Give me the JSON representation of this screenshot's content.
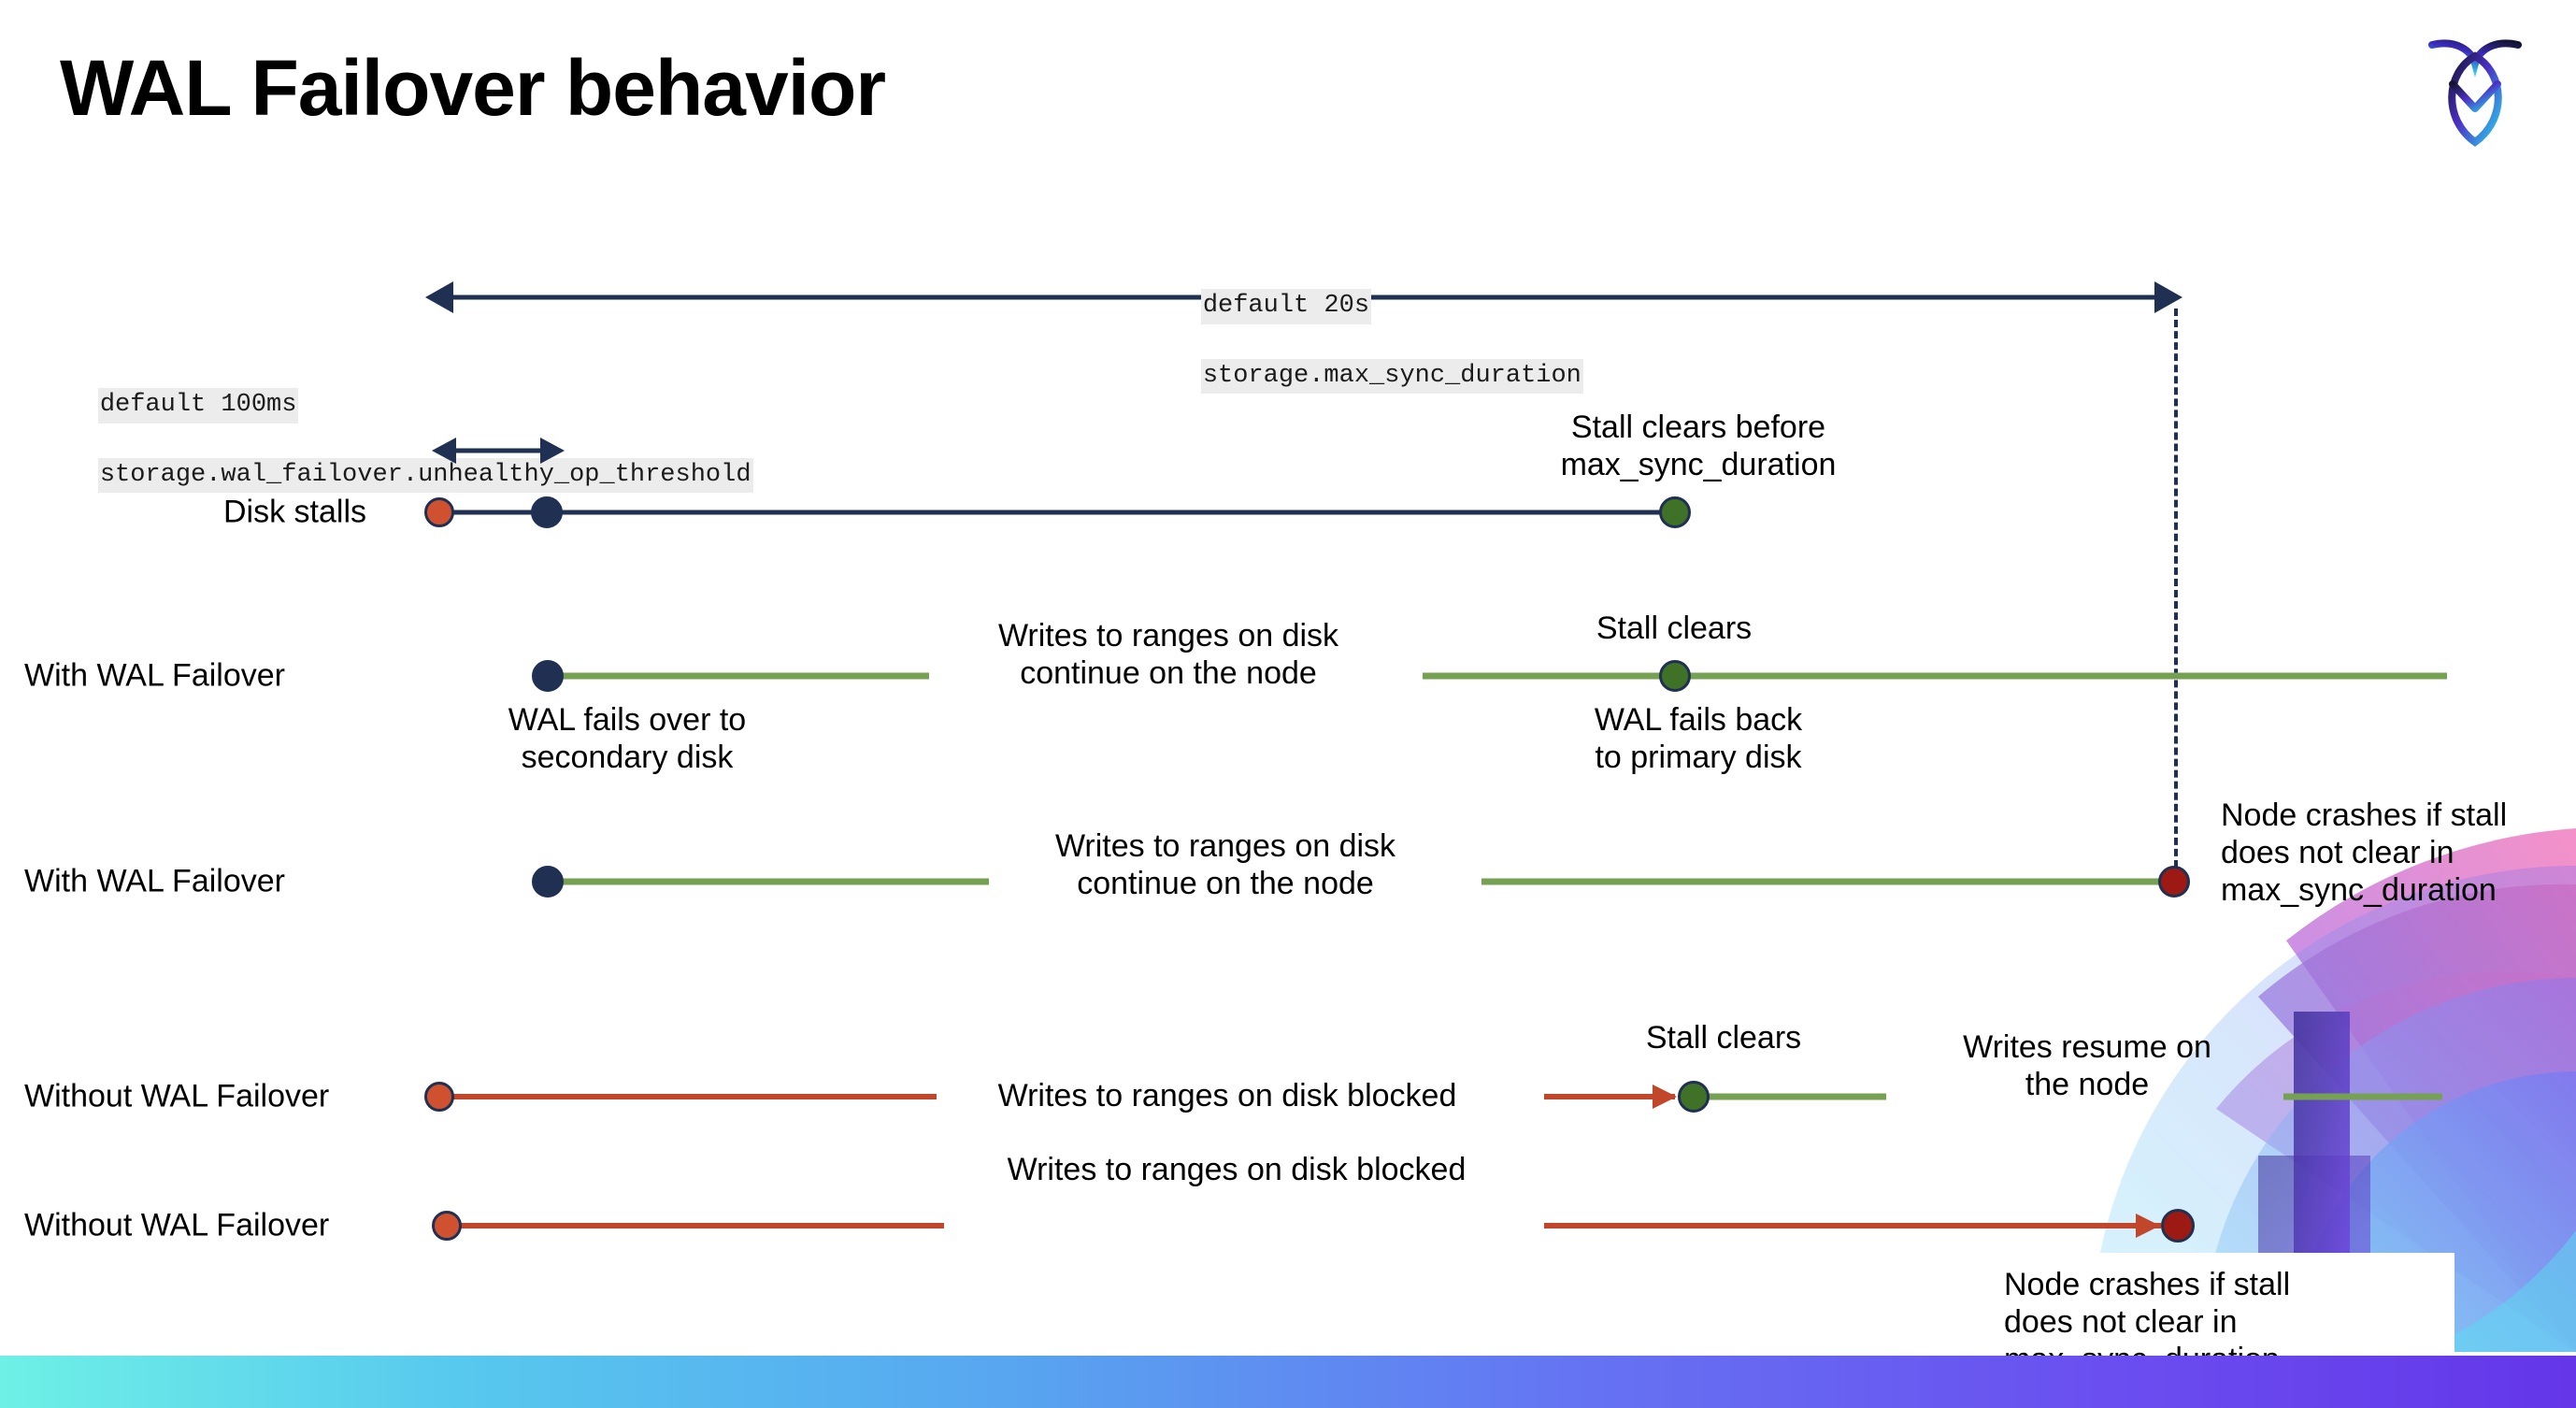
{
  "slide": {
    "title": "WAL Failover behavior",
    "logo_name": "cockroachdb-logo"
  },
  "annotations": {
    "max_sync_duration": {
      "default": "default 20s",
      "setting": "storage.max_sync_duration"
    },
    "unhealthy_op_threshold": {
      "default": "default 100ms",
      "setting": "storage.wal_failover.unhealthy_op_threshold"
    }
  },
  "rows": [
    {
      "label": "Disk stalls",
      "notes": [
        {
          "text": "Stall clears before\nmax_sync_duration"
        }
      ]
    },
    {
      "label": "With WAL Failover",
      "notes": [
        {
          "text": "Writes to ranges on disk\ncontinue on the node"
        },
        {
          "text": "Stall clears"
        },
        {
          "text": "WAL fails over to\nsecondary disk"
        },
        {
          "text": "WAL fails  back\nto primary disk"
        }
      ]
    },
    {
      "label": "With WAL Failover",
      "notes": [
        {
          "text": "Writes to ranges on disk\ncontinue on the node"
        },
        {
          "text": "Node crashes if stall\ndoes not clear in\nmax_sync_duration"
        }
      ]
    },
    {
      "label": "Without WAL Failover",
      "notes": [
        {
          "text": "Writes to ranges on disk  blocked"
        },
        {
          "text": "Stall clears"
        },
        {
          "text": "Writes resume on\nthe node"
        }
      ]
    },
    {
      "label": "Without WAL Failover",
      "notes": [
        {
          "text": "Writes to ranges on disk  blocked"
        },
        {
          "text": "Node crashes if stall\ndoes not clear in\nmax_sync_duration"
        }
      ]
    }
  ],
  "colors": {
    "navy": "#1f3053",
    "green_line": "#76a152",
    "green_dot": "#3f7127",
    "red_line": "#c1462a",
    "orange_dot": "#d0512f",
    "dark_red_dot": "#9c1a13",
    "code_bg": "#ececec"
  }
}
